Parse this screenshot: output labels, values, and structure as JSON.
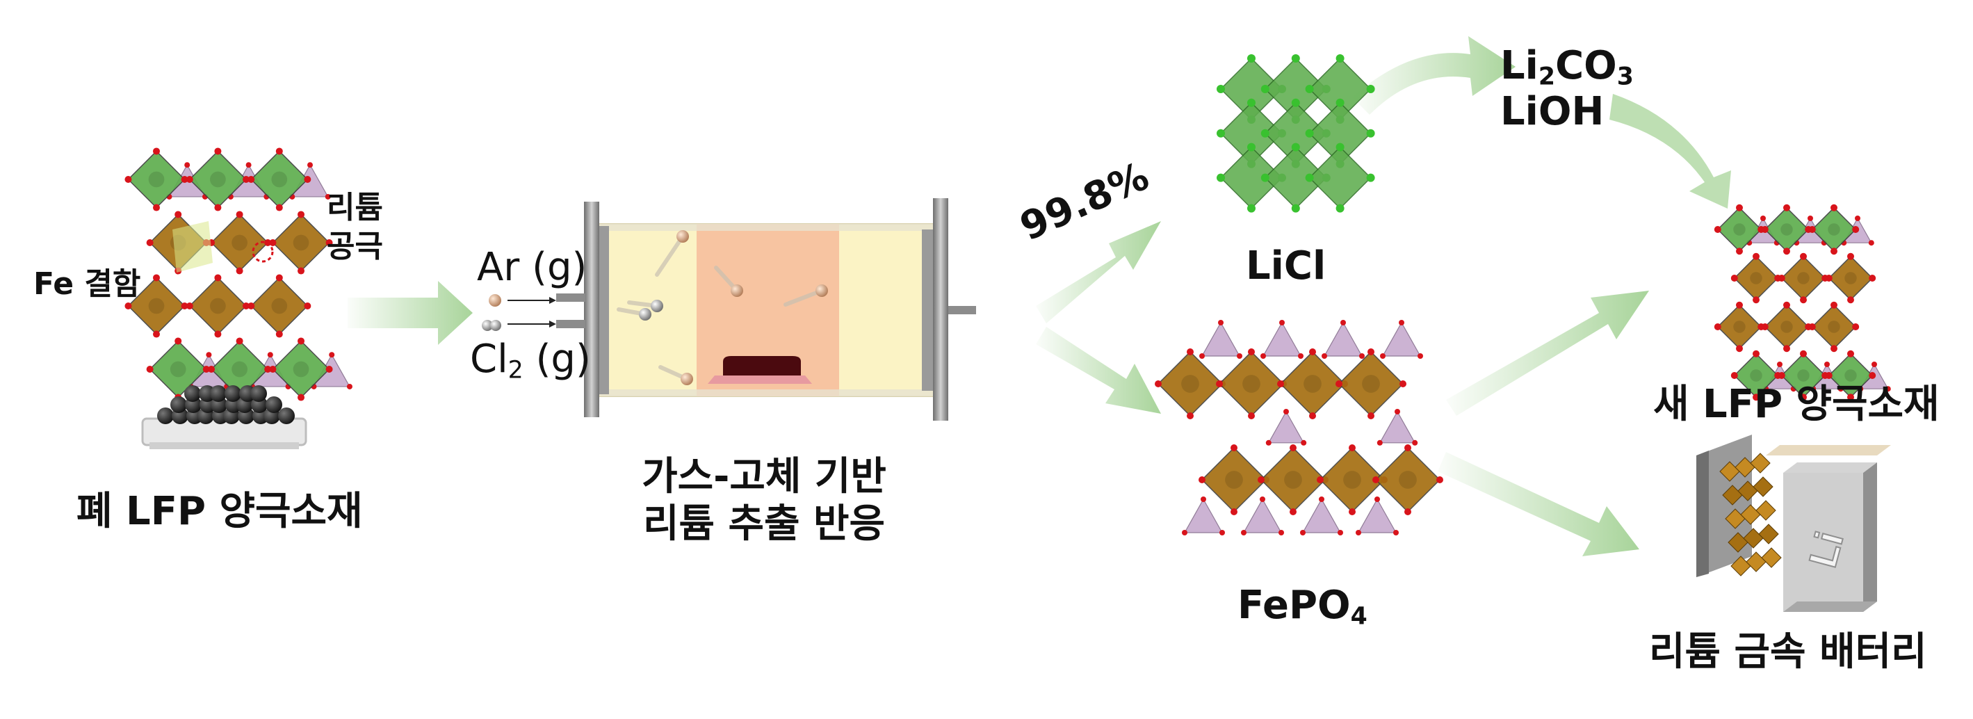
{
  "colors": {
    "arrow_green": "#a8d49a",
    "octa_green": "#5fae4f",
    "octa_brown": "#a56f12",
    "tetra_purple": "#c4a6cc",
    "oxygen_red": "#d8141b",
    "zone_yellow": "#fbf3c5",
    "zone_orange": "#f7c4a1",
    "steel_gray": "#8c8c8c"
  },
  "labels": {
    "fe_defect": "Fe 결함",
    "li_vacancy_1": "리튬",
    "li_vacancy_2": "공극",
    "spent_lfp": "폐 LFP 양극소재",
    "ar_gas": "Ar (g)",
    "cl2_prefix": "Cl",
    "cl2_sub": "2",
    "cl2_suffix": " (g)",
    "reaction_line1": "가스-고체 기반",
    "reaction_line2": "리튬 추출 반응",
    "yield": "99.8%",
    "licl": "LiCl",
    "li2co3_a": "Li",
    "li2co3_sub1": "2",
    "li2co3_b": "CO",
    "li2co3_sub2": "3",
    "lioh": "LiOH",
    "fepo4_a": "FePO",
    "fepo4_sub": "4",
    "new_lfp": "새 LFP 양극소재",
    "li_battery": "리튬 금속 배터리",
    "li_symbol": "Li"
  }
}
